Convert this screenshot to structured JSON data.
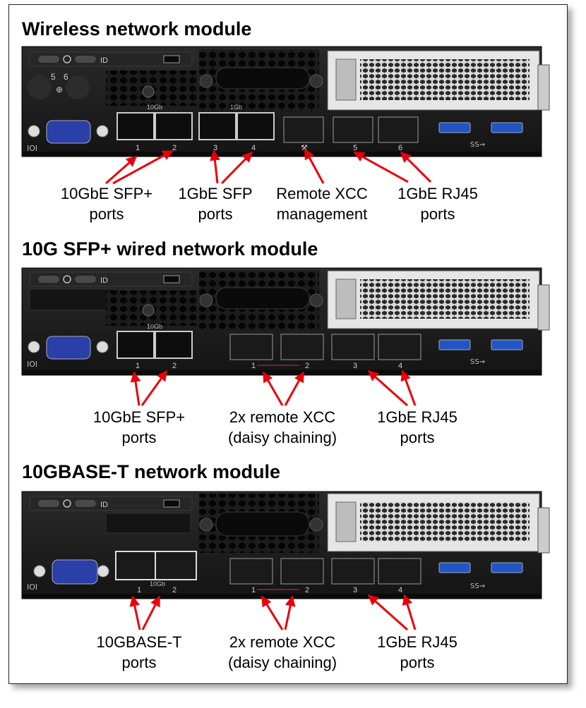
{
  "sections": [
    {
      "title": "Wireless network module",
      "panel": {
        "port_numbers": [
          "1",
          "2",
          "3",
          "4",
          "5",
          "6"
        ],
        "speed_labels": [
          "10Gb",
          "1Gb"
        ],
        "antenna_labels": [
          "5",
          "6"
        ],
        "id_label": "ID"
      },
      "labels": [
        {
          "lines": [
            "10GbE SFP+",
            "ports"
          ]
        },
        {
          "lines": [
            "1GbE SFP",
            "ports"
          ]
        },
        {
          "lines": [
            "Remote XCC",
            "management"
          ]
        },
        {
          "lines": [
            "1GbE RJ45",
            "ports"
          ]
        }
      ]
    },
    {
      "title": "10G SFP+ wired network module",
      "panel": {
        "port_numbers": [
          "1",
          "2",
          "1",
          "2",
          "3",
          "4"
        ],
        "speed_labels": [
          "10Gb"
        ],
        "id_label": "ID"
      },
      "labels": [
        {
          "lines": [
            "10GbE SFP+",
            "ports"
          ]
        },
        {
          "lines": [
            "2x remote XCC",
            "(daisy chaining)"
          ]
        },
        {
          "lines": [
            "1GbE RJ45",
            "ports"
          ]
        }
      ]
    },
    {
      "title": "10GBASE-T network module",
      "panel": {
        "port_numbers": [
          "1",
          "2",
          "1",
          "2",
          "3",
          "4"
        ],
        "speed_labels": [
          "10Gb"
        ],
        "id_label": "ID"
      },
      "labels": [
        {
          "lines": [
            "10GBASE-T",
            "ports"
          ]
        },
        {
          "lines": [
            "2x remote XCC",
            "(daisy chaining)"
          ]
        },
        {
          "lines": [
            "1GbE RJ45",
            "ports"
          ]
        }
      ]
    }
  ],
  "colors": {
    "arrow": "#e8000b",
    "chassis": "#1c1c1c",
    "vga": "#2b3fa8",
    "usb": "#2255c4"
  }
}
